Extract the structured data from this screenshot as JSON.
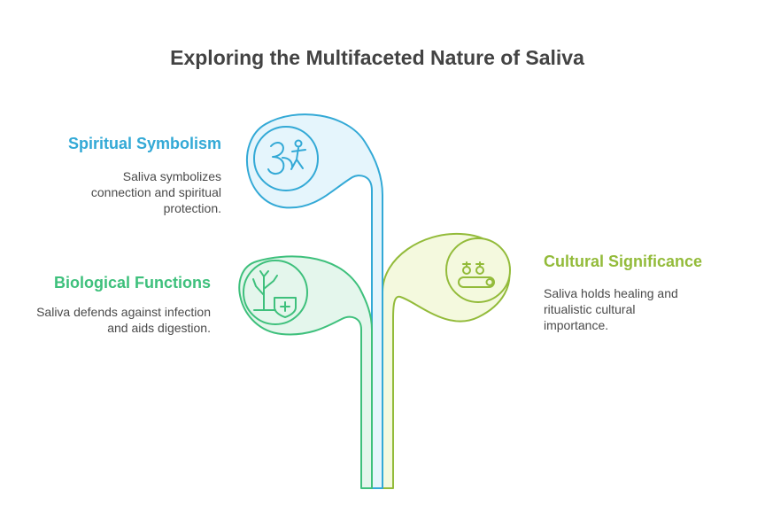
{
  "title": "Exploring the Multifaceted Nature of Saliva",
  "colors": {
    "spiritual": "#33a9d6",
    "biological": "#3ec07c",
    "cultural": "#93bb3a"
  },
  "items": [
    {
      "heading": "Spiritual Symbolism",
      "description": "Saliva symbolizes connection and spiritual protection.",
      "icon": "om-figure-icon"
    },
    {
      "heading": "Biological Functions",
      "description": "Saliva defends against infection and aids digestion.",
      "icon": "tree-shield-icon"
    },
    {
      "heading": "Cultural Significance",
      "description": "Saliva holds healing and ritualistic cultural importance.",
      "icon": "ritual-offering-icon"
    }
  ]
}
